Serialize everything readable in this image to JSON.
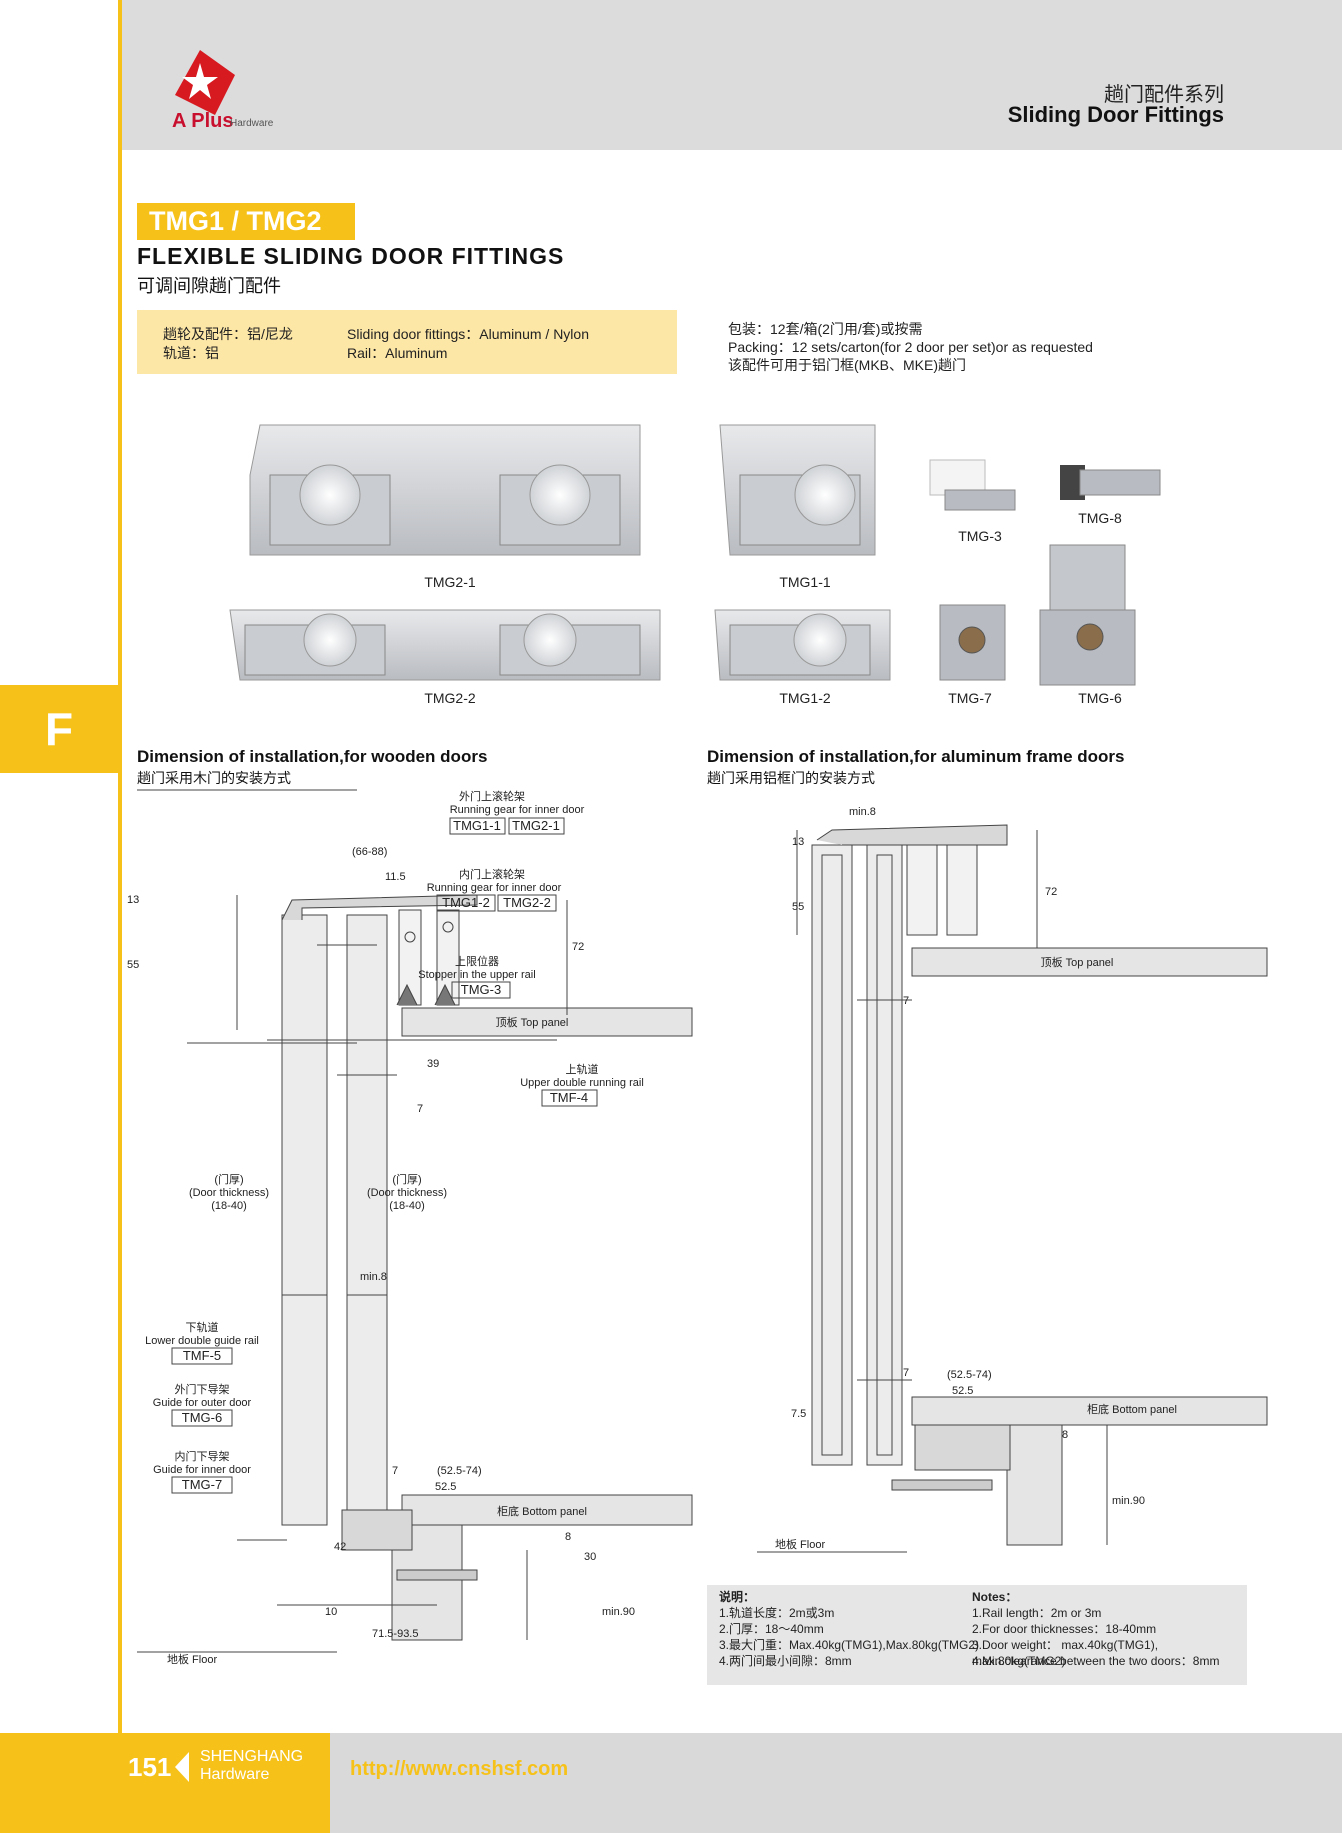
{
  "header": {
    "logo_text": "A Plus",
    "logo_sub": "Hardware",
    "series_cn": "趟门配件系列",
    "series_en": "Sliding Door Fittings"
  },
  "product": {
    "model": "TMG1 / TMG2",
    "title_en": "FLEXIBLE SLIDING DOOR FITTINGS",
    "title_cn": "可调间隙趟门配件"
  },
  "specs": {
    "wheel_cn": "趟轮及配件：铝/尼龙",
    "rail_cn": "轨道：铝",
    "wheel_en": "Sliding door fittings：Aluminum / Nylon",
    "rail_en": "Rail：Aluminum"
  },
  "packing": {
    "line1": "包装：12套/箱(2门用/套)或按需",
    "line2": "Packing：12  sets/carton(for 2 door per set)or as requested",
    "line3": "该配件可用于铝门框(MKB、MKE)趟门"
  },
  "products": [
    {
      "label": "TMG2-1"
    },
    {
      "label": "TMG1-1"
    },
    {
      "label": "TMG-3"
    },
    {
      "label": "TMG-8"
    },
    {
      "label": "TMG2-2"
    },
    {
      "label": "TMG1-2"
    },
    {
      "label": "TMG-7"
    },
    {
      "label": "TMG-6"
    }
  ],
  "section_tab": "F",
  "wooden": {
    "title_en": "Dimension of installation,for wooden doors",
    "title_cn": "趟门采用木门的安装方式",
    "outer_gear_cn": "外门上滚轮架",
    "outer_gear_en": "Running gear for inner door",
    "outer_code1": "TMG1-1",
    "outer_code2": "TMG2-1",
    "inner_gear_cn": "内门上滚轮架",
    "inner_gear_en": "Running gear for inner door",
    "inner_code1": "TMG1-2",
    "inner_code2": "TMG2-2",
    "stopper_cn": "上限位器",
    "stopper_en": "Stopper in the upper rail",
    "stopper_code": "TMG-3",
    "top_panel": "顶板  Top panel",
    "upper_rail_cn": "上轨道",
    "upper_rail_en": "Upper double running rail",
    "upper_rail_code": "TMF-4",
    "d_6688": "(66-88)",
    "d_115": "11.5",
    "d_13": "13",
    "d_55": "55",
    "d_72": "72",
    "d_39": "39",
    "d_7a": "7",
    "thick_cn": "(门厚)",
    "thick_en": "(Door thickness)",
    "thick_range": "(18-40)",
    "min8": "min.8",
    "lower_rail_cn": "下轨道",
    "lower_rail_en": "Lower double guide rail",
    "lower_rail_code": "TMF-5",
    "outer_guide_cn": "外门下导架",
    "outer_guide_en": "Guide for outer door",
    "outer_guide_code": "TMG-6",
    "inner_guide_cn": "内门下导架",
    "inner_guide_en": "Guide for inner door",
    "inner_guide_code": "TMG-7",
    "d_7b": "7",
    "d_52574": "(52.5-74)",
    "d_525": "52.5",
    "bottom_panel": "柜底  Bottom panel",
    "d_8": "8",
    "d_30": "30",
    "d_42": "42",
    "d_10": "10",
    "d_715935": "71.5-93.5",
    "min90": "min.90",
    "floor": "地板  Floor"
  },
  "aluminum": {
    "title_en": "Dimension of installation,for aluminum frame doors",
    "title_cn": "趟门采用铝框门的安装方式",
    "min8": "min.8",
    "d_13": "13",
    "d_55": "55",
    "d_72": "72",
    "top_panel": "顶板  Top panel",
    "d_7a": "7",
    "d_7b": "7",
    "d_52574": "(52.5-74)",
    "d_525": "52.5",
    "bottom_panel": "柜底  Bottom panel",
    "d_75": "7.5",
    "d_8": "8",
    "min90": "min.90",
    "floor": "地板  Floor"
  },
  "notes": {
    "cn_title": "说明：",
    "cn1": "1.轨道长度：2m或3m",
    "cn2": "2.门厚：18～40mm",
    "cn3": "3.最大门重：Max.40kg(TMG1),Max.80kg(TMG2)",
    "cn4": "4.两门间最小间隙：8mm",
    "en_title": "Notes：",
    "en1": "1.Rail length：2m or 3m",
    "en2": "2.For door thicknesses：18-40mm",
    "en3": "3.Door weight： max.40kg(TMG1), max.80kg(TMG2)",
    "en4": "4.Min.clearance between the two doors：8mm"
  },
  "footer": {
    "page": "151",
    "brand1": "SHENGHANG",
    "brand2": "Hardware",
    "url": "http://www.cnshsf.com"
  },
  "colors": {
    "accent": "#f6c21a",
    "header_gray": "#dcdcdc",
    "spec_bg": "#fde7a6"
  }
}
